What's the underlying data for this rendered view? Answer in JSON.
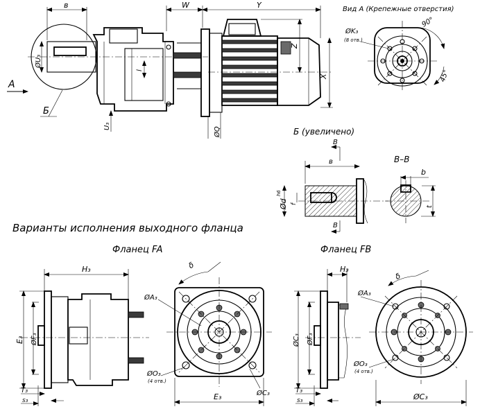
{
  "labels": {
    "dim_b_top": "в",
    "dim_w": "W",
    "dim_y": "Y",
    "dim_z": "Z",
    "dim_x": "X",
    "dim_l": "l",
    "dim_u3_vert": "ØU₃",
    "dim_u3": "U₃",
    "dim_q": "ØQ",
    "arrow_a": "A",
    "detail_b_label": "Б",
    "view_a_title": "Вид A (Крепежные отверстия)",
    "kz_label": "ØK₃",
    "kz_count": "(8 отв.)",
    "angle_90": "90°",
    "angle_45": "45°",
    "detail_b_title": "Б (увеличено)",
    "section_b_top": "В",
    "section_b_bottom": "В",
    "dim_b_detail": "в",
    "dim_d": "Ød",
    "dim_d_tol": "h6",
    "dim_f": "f",
    "section_title": "В–В",
    "dim_b_small": "b",
    "dim_t": "t",
    "variants_title": "Варианты исполнения выходного фланца",
    "flange_fa": "Фланец FA",
    "flange_fb": "Фланец FB",
    "h3_fa": "H₃",
    "e3_vert": "E₃",
    "f3_fa": "ØF₃",
    "t3_fa": "T₃",
    "s3_fa": "s₃",
    "delta_fa": "δ",
    "a3_fa": "ØA₃",
    "o3_fa": "ØO₃",
    "o3_fa_count": "(4 отв.)",
    "c3_fa": "ØC₃",
    "e3_bottom": "E₃",
    "h3_fb": "H₃",
    "c3_fb_vert": "ØC₃",
    "f3_fb": "ØF₃",
    "t3_fb": "T₃",
    "s3_fb": "s₃",
    "delta_fb": "δ",
    "a3_fb": "ØA₃",
    "o3_fb": "ØO₃",
    "o3_fb_count": "(4 отв.)",
    "c3_fb_bottom": "ØC₃"
  }
}
